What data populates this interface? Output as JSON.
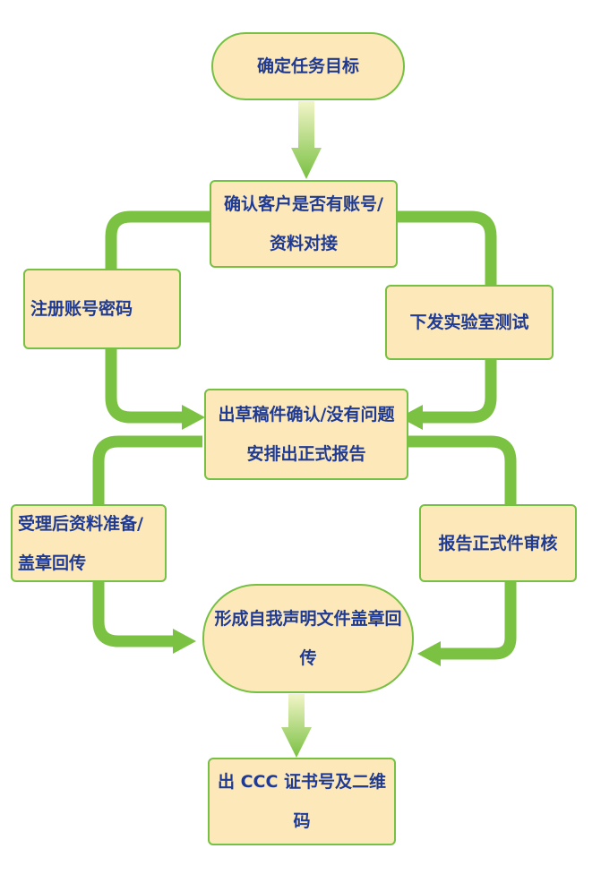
{
  "diagram": {
    "title": "",
    "nodes": [
      {
        "id": "n1",
        "label": "确定任务目标",
        "shape": "rounded"
      },
      {
        "id": "n2",
        "label": "确认客户是否有账号/资料对接",
        "shape": "rect"
      },
      {
        "id": "n3",
        "label": "注册账号密码",
        "shape": "rect"
      },
      {
        "id": "n4",
        "label": "下发实验室测试",
        "shape": "rect"
      },
      {
        "id": "n5",
        "label": "出草稿件确认/没有问题安排出正式报告",
        "shape": "rect"
      },
      {
        "id": "n6",
        "label": "受理后资料准备/盖章回传",
        "shape": "rect"
      },
      {
        "id": "n7",
        "label": "报告正式件审核",
        "shape": "rect"
      },
      {
        "id": "n8",
        "label": "形成自我声明文件盖章回传",
        "shape": "rounded"
      },
      {
        "id": "n9",
        "label": "出 CCC 证书号及二维码",
        "shape": "rect"
      }
    ],
    "edges": [
      {
        "from": "n1",
        "to": "n2"
      },
      {
        "from": "n2",
        "to": "n3"
      },
      {
        "from": "n2",
        "to": "n4"
      },
      {
        "from": "n3",
        "to": "n5"
      },
      {
        "from": "n4",
        "to": "n5"
      },
      {
        "from": "n5",
        "to": "n6"
      },
      {
        "from": "n5",
        "to": "n7"
      },
      {
        "from": "n6",
        "to": "n8"
      },
      {
        "from": "n7",
        "to": "n8"
      },
      {
        "from": "n8",
        "to": "n9"
      }
    ],
    "colors": {
      "node_fill": "#fce8b8",
      "node_border": "#76c043",
      "text": "#1f3a93",
      "connector": "#7cc242"
    }
  }
}
